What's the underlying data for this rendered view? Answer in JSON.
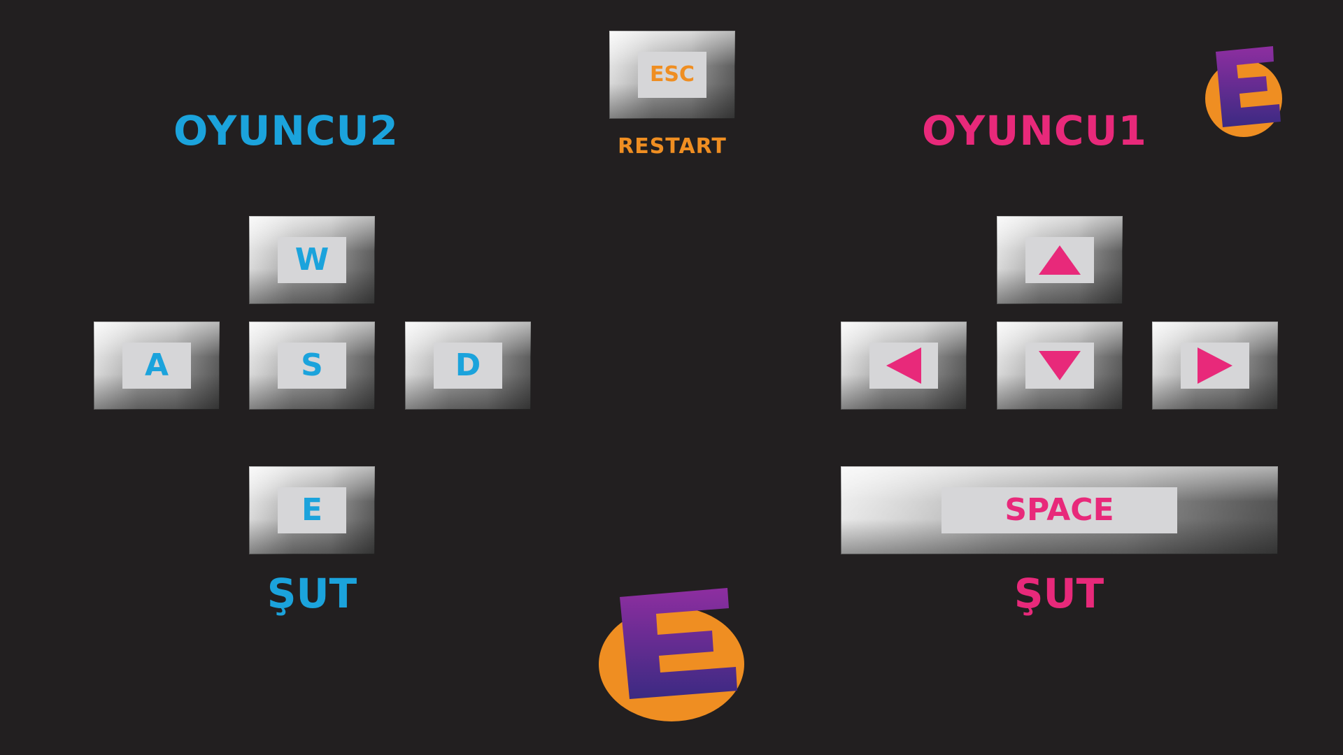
{
  "colors": {
    "background": "#221f20",
    "player2": "#1ba3dc",
    "player1": "#e8297a",
    "restart": "#ef8e22",
    "logo_circle": "#ef8e22",
    "logo_letter_top": "#8e2ea0",
    "logo_letter_bottom": "#3b2a82"
  },
  "player2": {
    "title": "OYUNCU2",
    "keys": {
      "up": "W",
      "left": "A",
      "down": "S",
      "right": "D",
      "shoot": "E"
    },
    "shoot_label": "ŞUT"
  },
  "player1": {
    "title": "OYUNCU1",
    "keys": {
      "up": "arrow-up-icon",
      "left": "arrow-left-icon",
      "down": "arrow-down-icon",
      "right": "arrow-right-icon",
      "shoot": "SPACE"
    },
    "shoot_label": "ŞUT"
  },
  "restart": {
    "key": "ESC",
    "label": "RESTART"
  },
  "logo": {
    "letter": "E"
  }
}
